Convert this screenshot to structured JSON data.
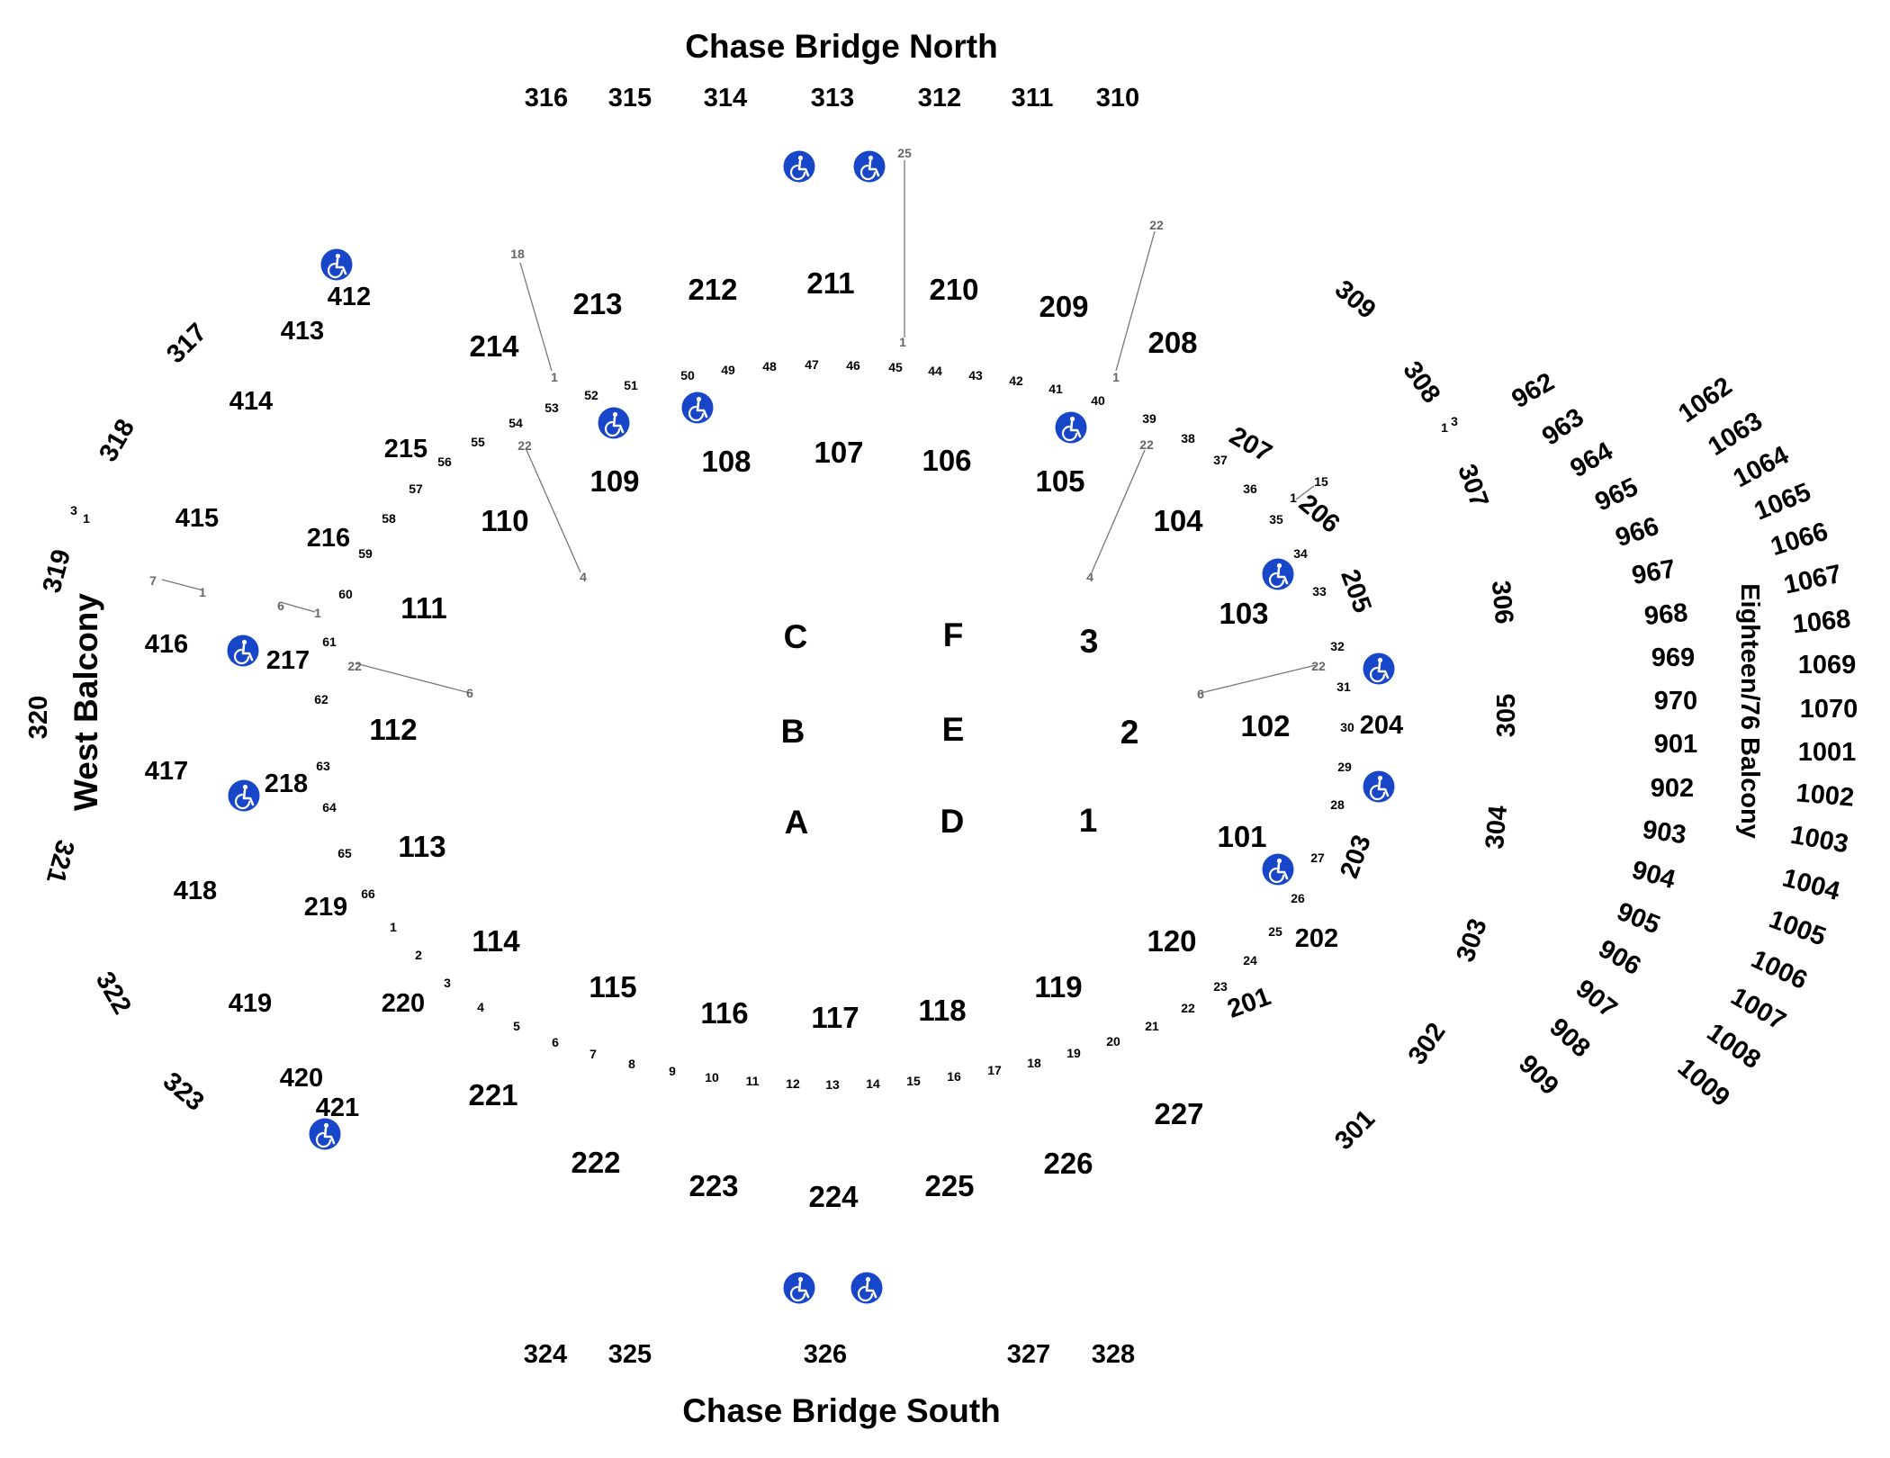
{
  "map": {
    "titles": {
      "north": "Chase Bridge North",
      "south": "Chase Bridge South",
      "west": "West Balcony",
      "east": "Eighteen/76 Balcony"
    },
    "colors": {
      "accessible": "#1846c8",
      "text": "#000000",
      "guide": "#777777"
    },
    "floor_blocks": [
      "A",
      "B",
      "C",
      "D",
      "E",
      "F",
      "1",
      "2",
      "3"
    ],
    "sections_100": [
      "101",
      "102",
      "103",
      "104",
      "105",
      "106",
      "107",
      "108",
      "109",
      "110",
      "111",
      "112",
      "113",
      "114",
      "115",
      "116",
      "117",
      "118",
      "119",
      "120"
    ],
    "sections_200": [
      "201",
      "202",
      "203",
      "204",
      "205",
      "206",
      "207",
      "208",
      "209",
      "210",
      "211",
      "212",
      "213",
      "214",
      "215",
      "216",
      "217",
      "218",
      "219",
      "220",
      "221",
      "222",
      "223",
      "224",
      "225",
      "226",
      "227"
    ],
    "sections_300": [
      "301",
      "302",
      "303",
      "304",
      "305",
      "306",
      "307",
      "308",
      "309",
      "310",
      "311",
      "312",
      "313",
      "314",
      "315",
      "316",
      "317",
      "318",
      "319",
      "320",
      "321",
      "322",
      "323",
      "324",
      "325",
      "326",
      "327",
      "328"
    ],
    "sections_400": [
      "412",
      "413",
      "414",
      "415",
      "416",
      "417",
      "418",
      "419",
      "420",
      "421"
    ],
    "sections_900": [
      "901",
      "902",
      "903",
      "904",
      "905",
      "906",
      "907",
      "908",
      "909",
      "962",
      "963",
      "964",
      "965",
      "966",
      "967",
      "968",
      "969",
      "970"
    ],
    "sections_1000": [
      "1001",
      "1002",
      "1003",
      "1004",
      "1005",
      "1006",
      "1007",
      "1008",
      "1009",
      "1062",
      "1063",
      "1064",
      "1065",
      "1066",
      "1067",
      "1068",
      "1069",
      "1070"
    ],
    "row_markers": [
      "1",
      "2",
      "3",
      "4",
      "5",
      "6",
      "7",
      "8",
      "9",
      "10",
      "11",
      "12",
      "13",
      "14",
      "15",
      "16",
      "17",
      "18",
      "19",
      "20",
      "21",
      "22",
      "23",
      "24",
      "25",
      "26",
      "27",
      "28",
      "29",
      "30",
      "31",
      "32",
      "33",
      "34",
      "35",
      "36",
      "37",
      "38",
      "39",
      "40",
      "41",
      "42",
      "43",
      "44",
      "45",
      "46",
      "47",
      "48",
      "49",
      "50",
      "51",
      "52",
      "53",
      "54",
      "55",
      "56",
      "57",
      "58",
      "59",
      "60",
      "61",
      "62",
      "63",
      "64",
      "65",
      "66"
    ],
    "guide_labels": [
      "25",
      "1",
      "18",
      "1",
      "22",
      "4",
      "22",
      "1",
      "22",
      "4",
      "6",
      "22",
      "6",
      "22",
      "7",
      "1",
      "6",
      "1",
      "3",
      "1",
      "15",
      "1",
      "1",
      "3"
    ],
    "accessible_icon": "wheelchair-icon",
    "accessible_count": 15
  }
}
